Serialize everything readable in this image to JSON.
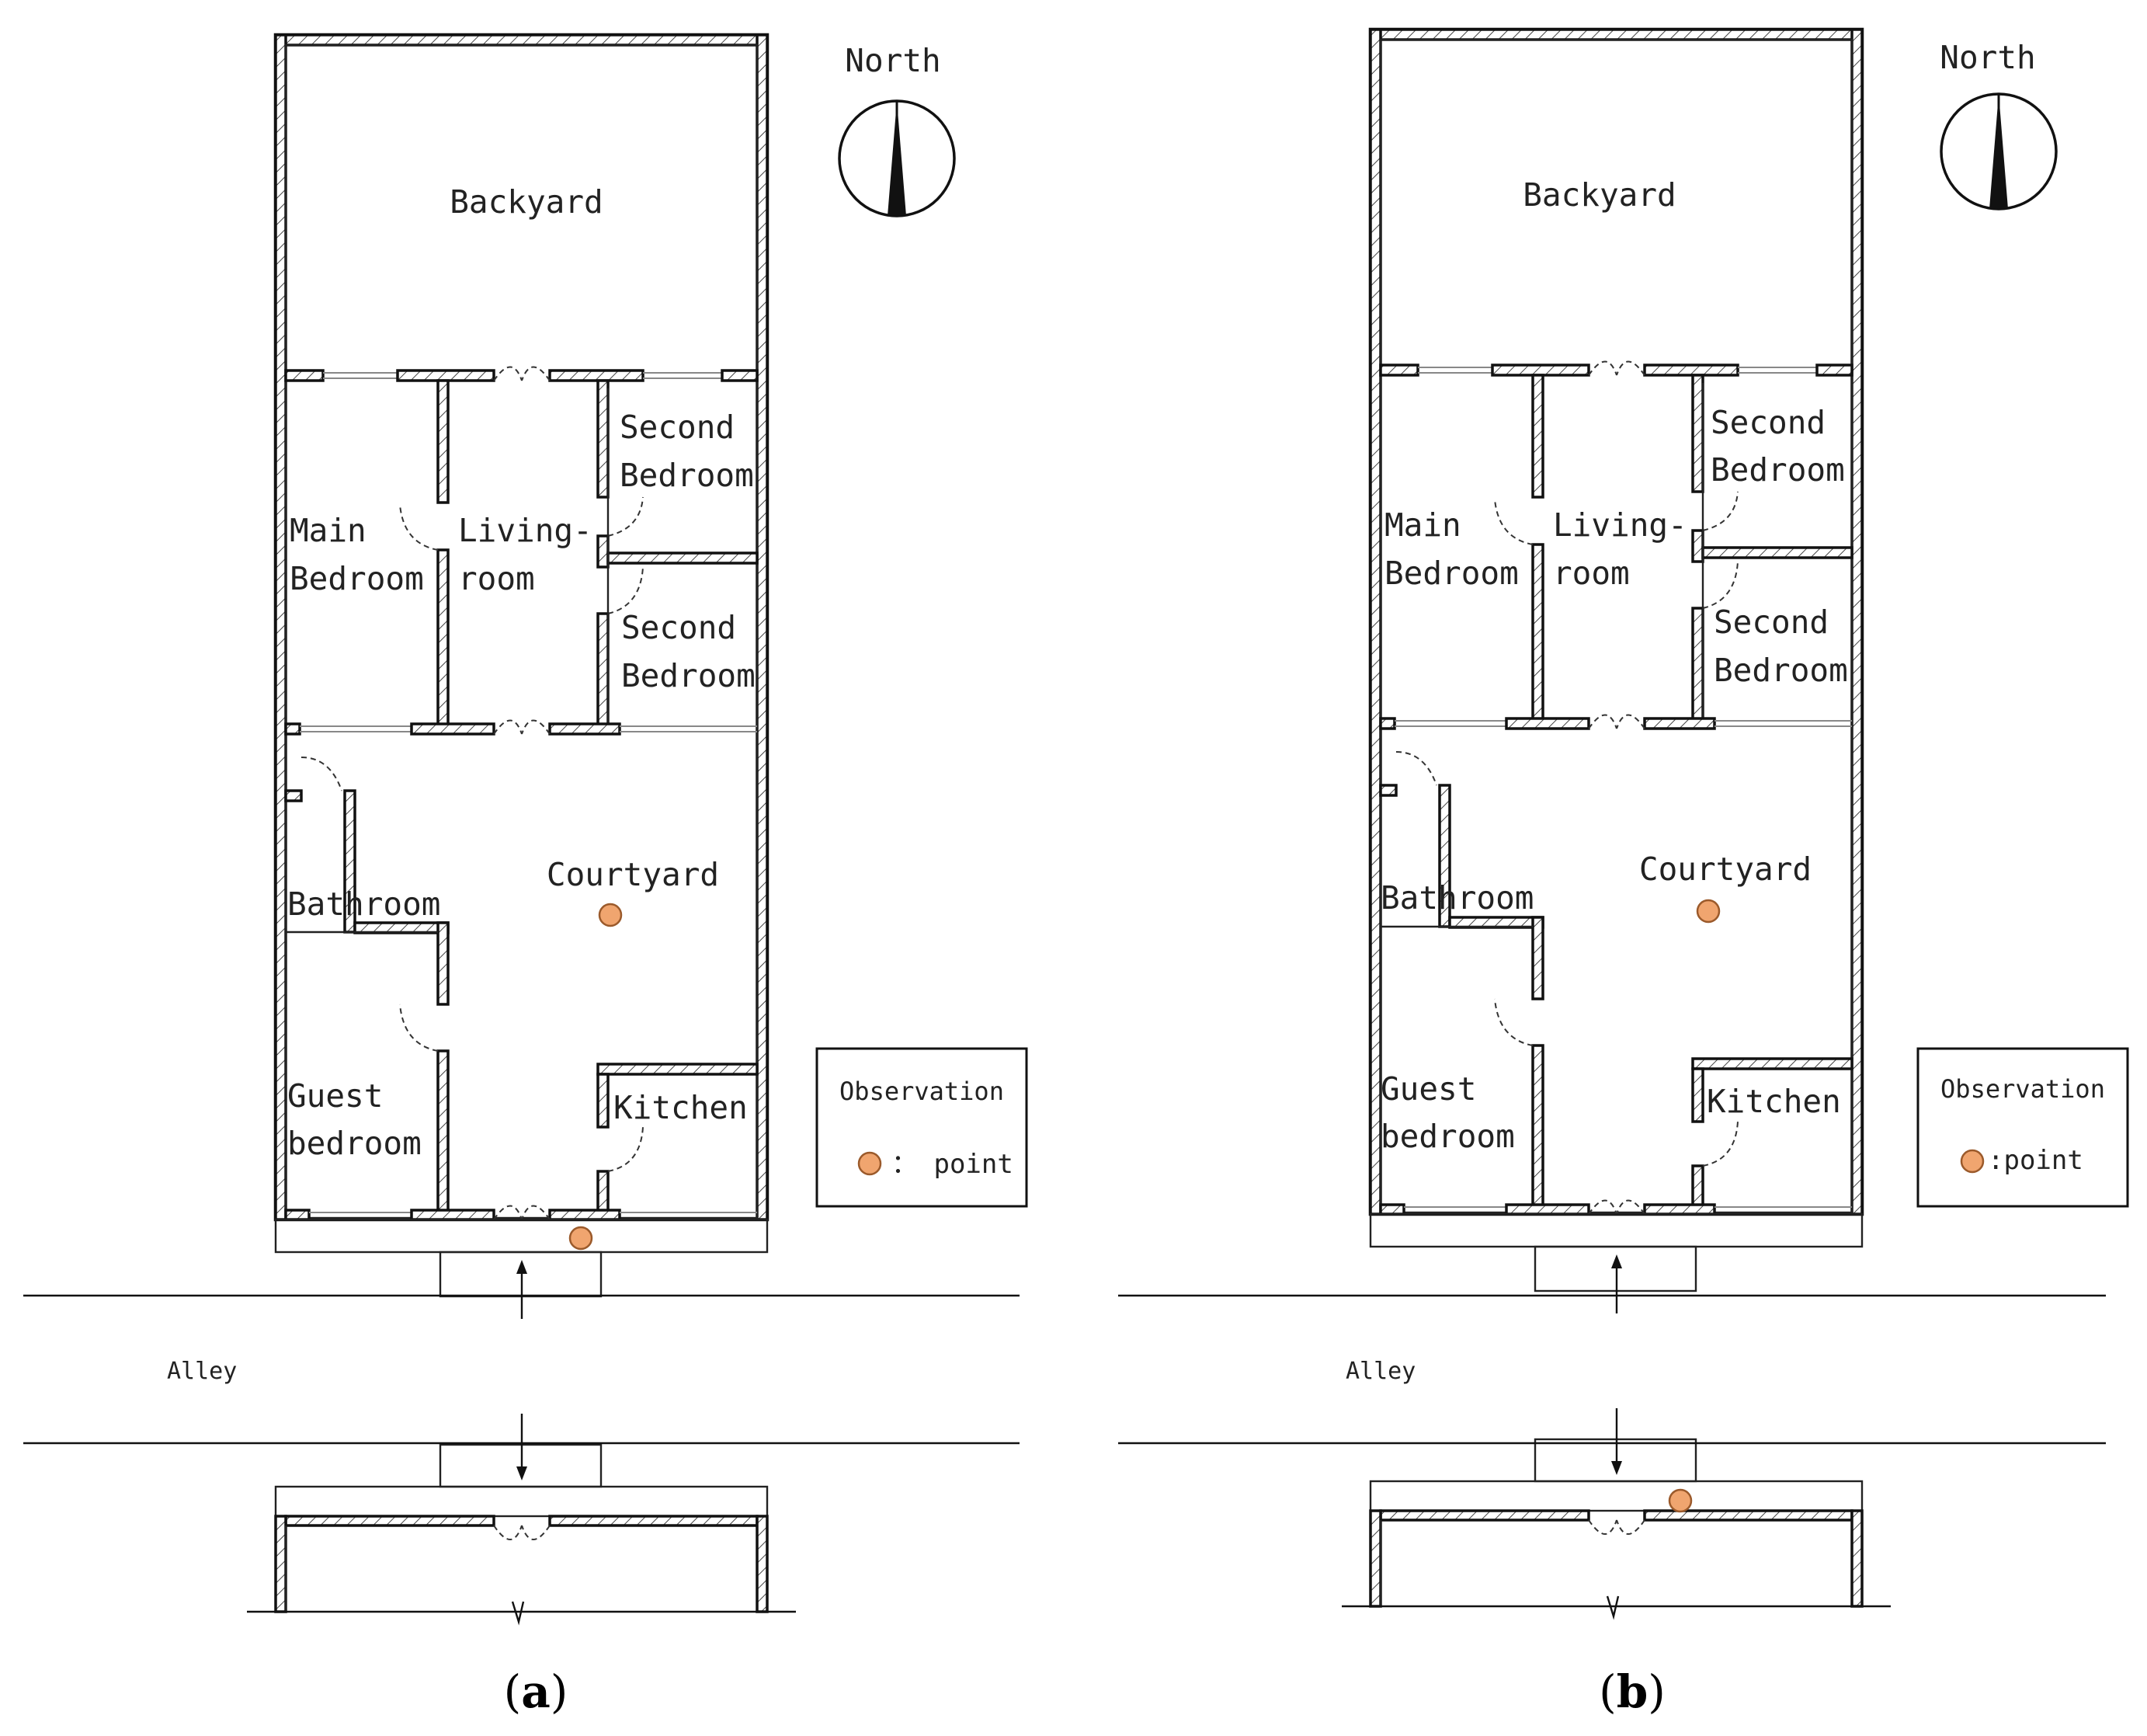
{
  "plans": [
    {
      "id": "a",
      "caption_open": "(",
      "caption_letter": "a",
      "caption_close": ")",
      "north": "North",
      "rooms": {
        "backyard": "Backyard",
        "second_bedroom_1_l1": "Second",
        "second_bedroom_1_l2": "Bedroom",
        "main_bedroom_l1": "Main",
        "main_bedroom_l2": "Bedroom",
        "living_room_l1": "Living-",
        "living_room_l2": "room",
        "second_bedroom_2_l1": "Second",
        "second_bedroom_2_l2": "Bedroom",
        "courtyard": "Courtyard",
        "bathroom": "Bathroom",
        "guest_bedroom_l1": "Guest",
        "guest_bedroom_l2": "bedroom",
        "kitchen": "Kitchen"
      },
      "alley": "Alley",
      "legend": {
        "title": "Observation",
        "marker_label": "： point"
      }
    },
    {
      "id": "b",
      "caption_open": "(",
      "caption_letter": "b",
      "caption_close": ")",
      "north": "North",
      "rooms": {
        "backyard": "Backyard",
        "second_bedroom_1_l1": "Second",
        "second_bedroom_1_l2": "Bedroom",
        "main_bedroom_l1": "Main",
        "main_bedroom_l2": "Bedroom",
        "living_room_l1": "Living-",
        "living_room_l2": "room",
        "second_bedroom_2_l1": "Second",
        "second_bedroom_2_l2": "Bedroom",
        "courtyard": "Courtyard",
        "bathroom": "Bathroom",
        "guest_bedroom_l1": "Guest",
        "guest_bedroom_l2": "bedroom",
        "kitchen": "Kitchen"
      },
      "alley": "Alley",
      "legend": {
        "title": "Observation",
        "marker_label": ":point"
      }
    }
  ],
  "colors": {
    "observation_point": "#f0a56f",
    "wall": "#111111"
  }
}
